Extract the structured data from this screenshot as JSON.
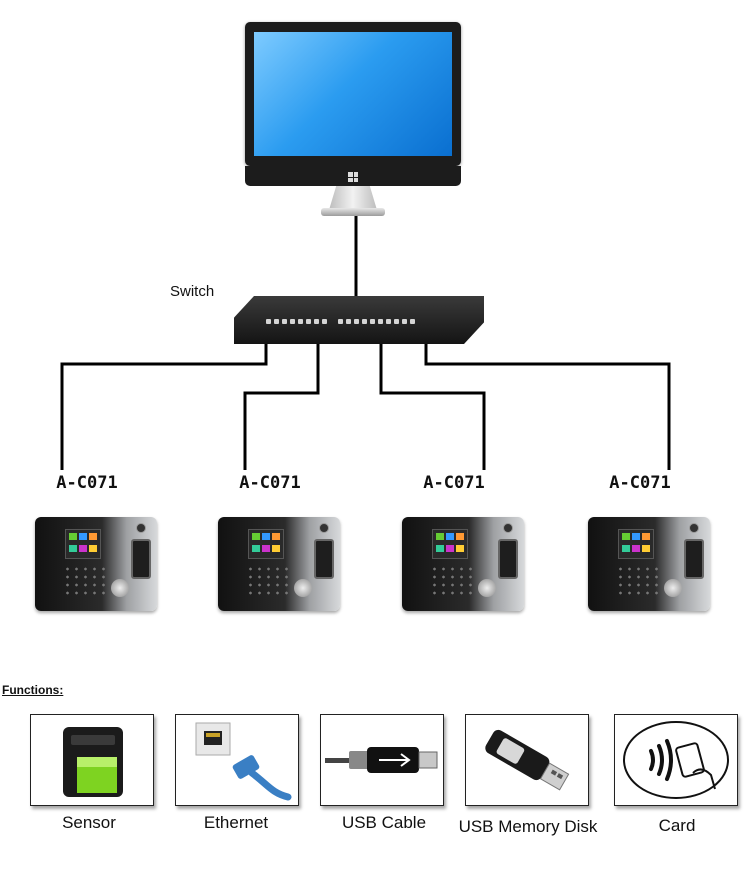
{
  "diagram": {
    "switch_label": "Switch",
    "devices": [
      {
        "label": "A-C071"
      },
      {
        "label": "A-C071"
      },
      {
        "label": "A-C071"
      },
      {
        "label": "A-C071"
      }
    ]
  },
  "functions": {
    "heading": "Functions:",
    "items": [
      {
        "label": "Sensor",
        "icon": "fingerprint-sensor-icon"
      },
      {
        "label": "Ethernet",
        "icon": "ethernet-cable-icon"
      },
      {
        "label": "USB Cable",
        "icon": "usb-cable-icon"
      },
      {
        "label": "USB Memory Disk",
        "icon": "usb-flash-drive-icon"
      },
      {
        "label": "Card",
        "icon": "contactless-card-icon"
      }
    ]
  },
  "colors": {
    "screen": "#2b9cf0",
    "device_body": "#1a1a1a",
    "sensor_green": "#7ed321",
    "ethernet_blue": "#3a7fc4"
  }
}
